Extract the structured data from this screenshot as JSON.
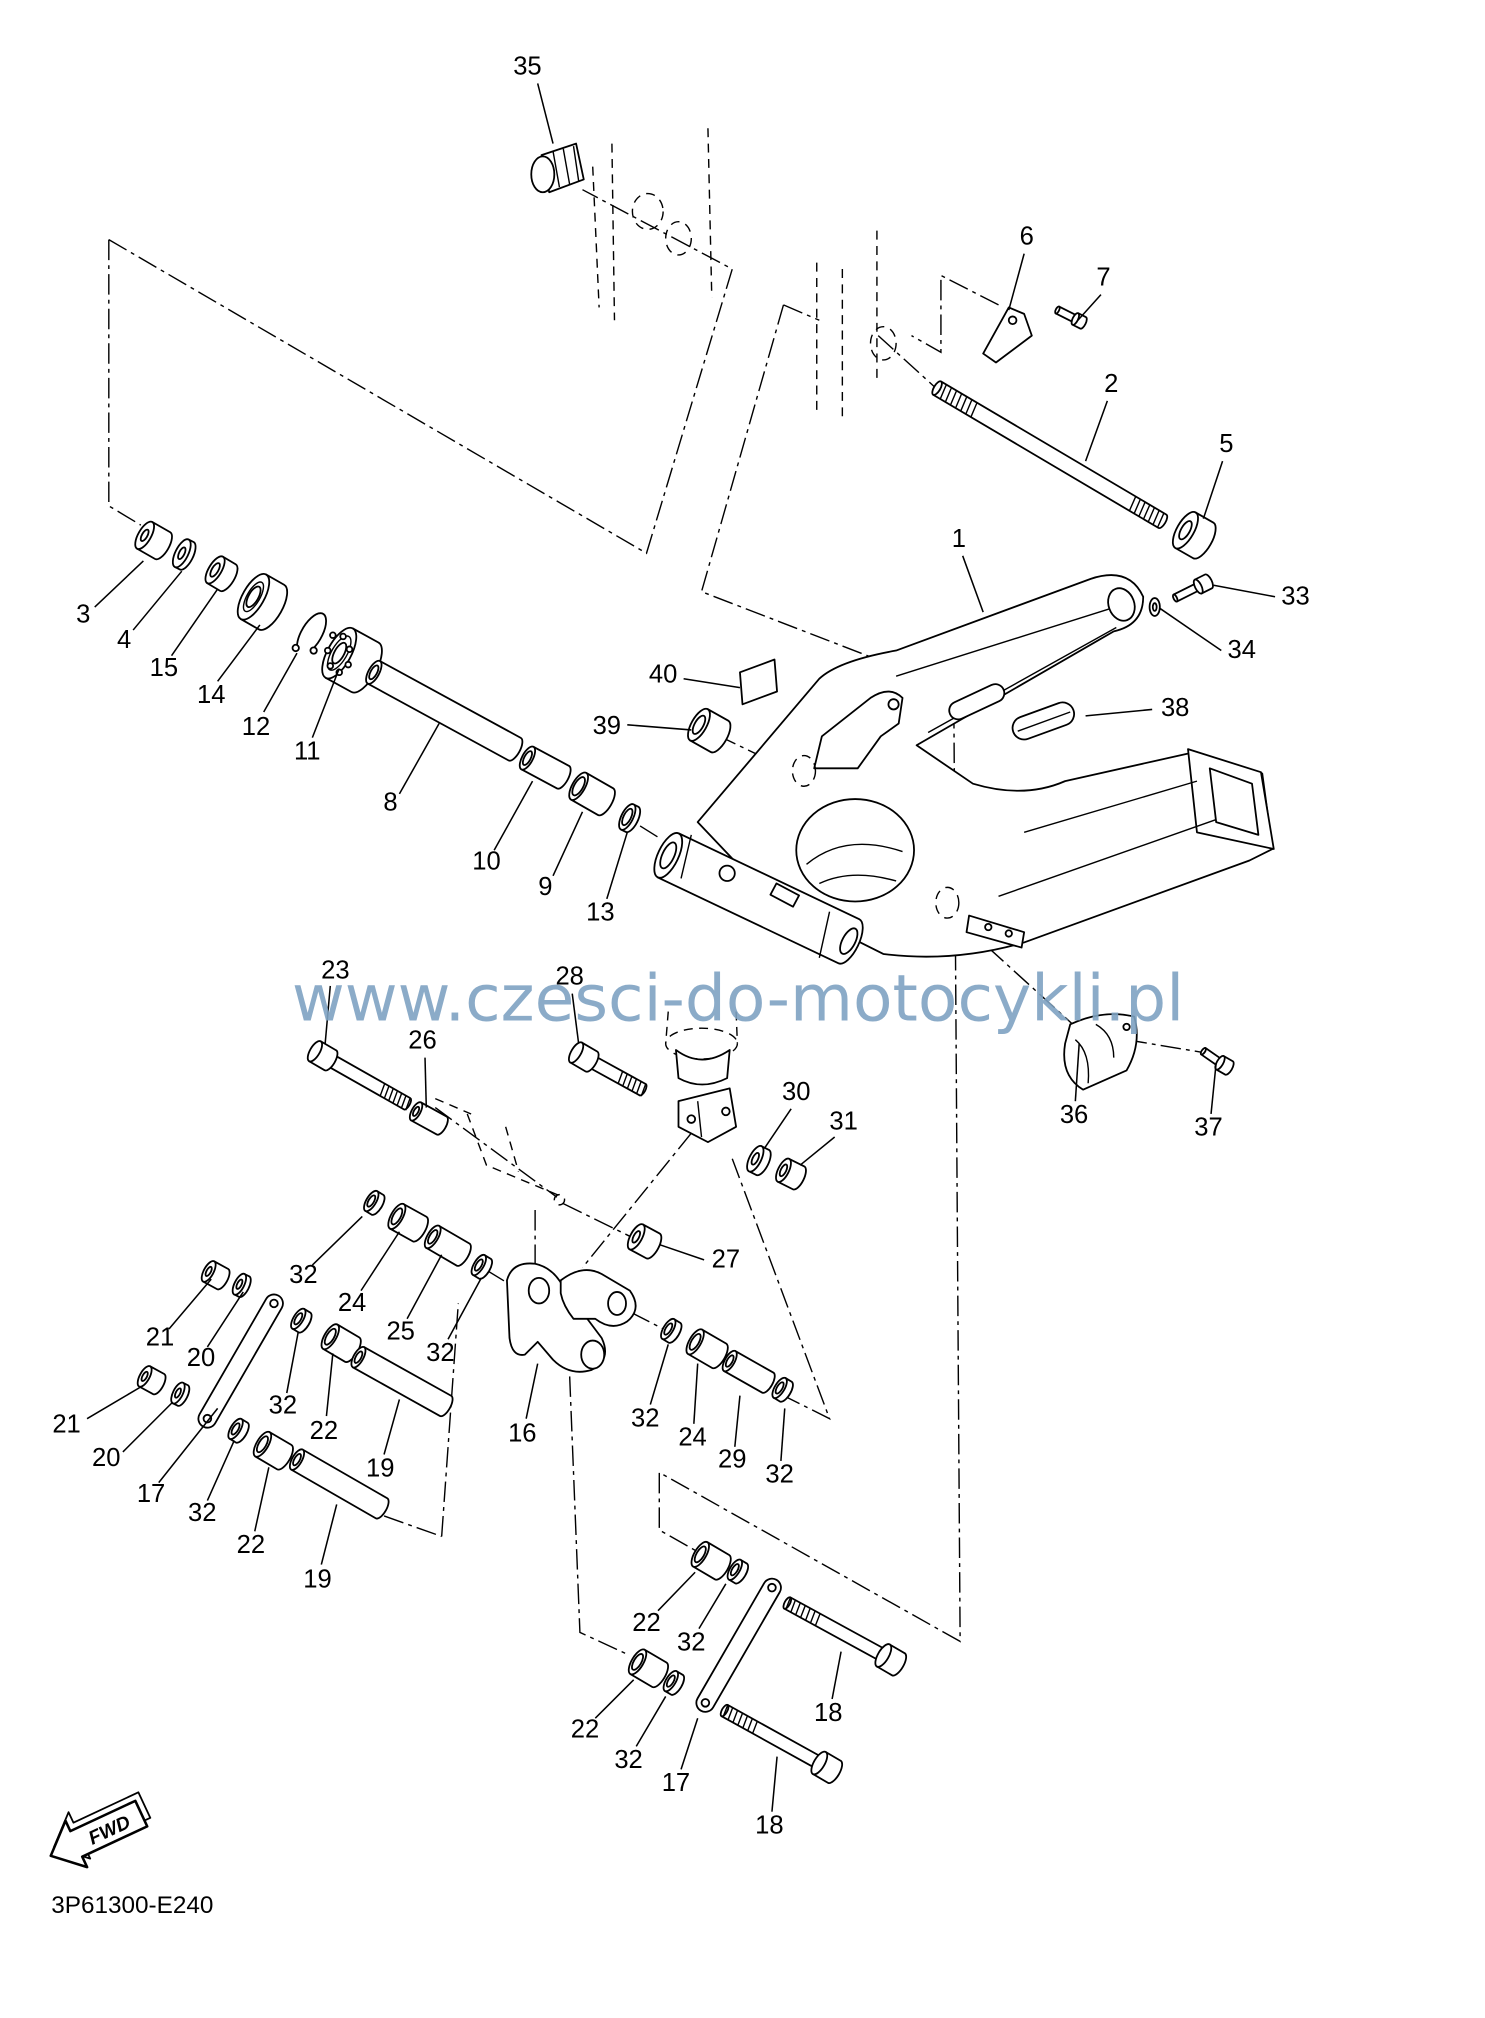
{
  "diagram": {
    "code": "3P61300-E240",
    "fwd_label": "FWD",
    "watermark": "www.czesci-do-motocykli.pl",
    "callouts": [
      "35",
      "6",
      "7",
      "2",
      "5",
      "1",
      "33",
      "34",
      "3",
      "4",
      "15",
      "14",
      "12",
      "11",
      "40",
      "38",
      "39",
      "8",
      "10",
      "9",
      "13",
      "23",
      "26",
      "28",
      "30",
      "31",
      "36",
      "37",
      "27",
      "32",
      "24",
      "21",
      "20",
      "25",
      "32",
      "32",
      "22",
      "19",
      "16",
      "32",
      "24",
      "29",
      "32",
      "21",
      "20",
      "17",
      "32",
      "22",
      "19",
      "22",
      "32",
      "18",
      "22",
      "32",
      "17",
      "18"
    ]
  },
  "colors": {
    "line": "#000000",
    "background": "#ffffff",
    "watermark": "#7fa3c3"
  }
}
